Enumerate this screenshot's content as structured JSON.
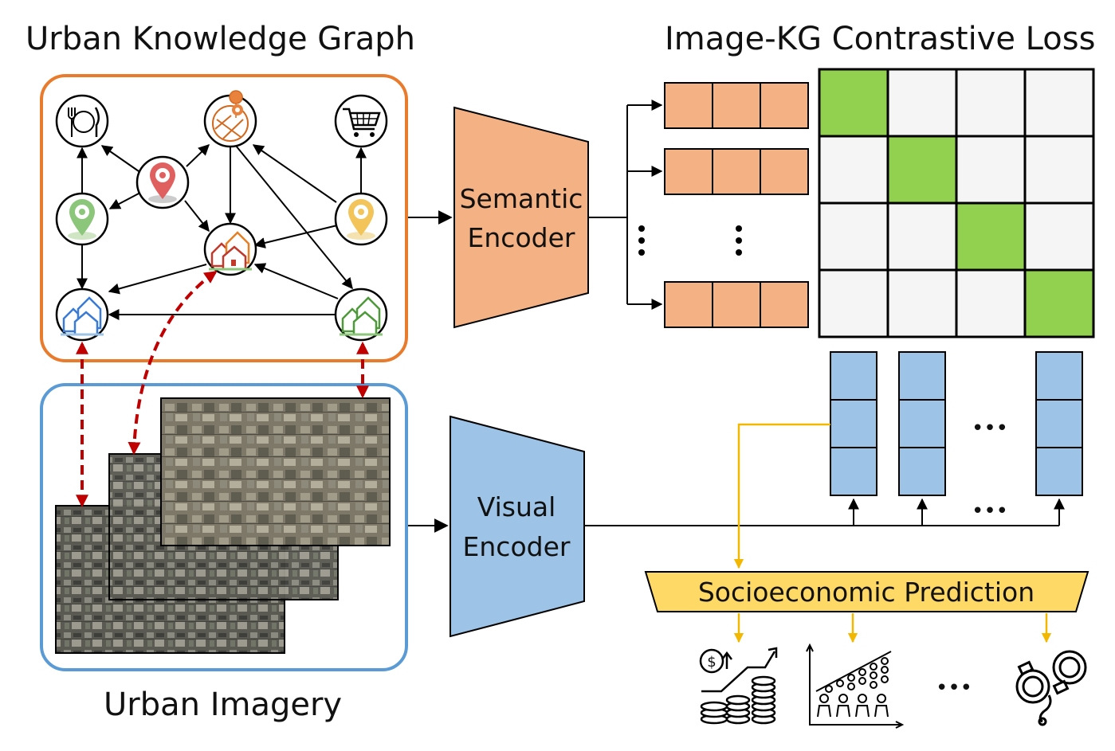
{
  "titles": {
    "knowledge_graph": "Urban Knowledge Graph",
    "contrastive_loss": "Image-KG Contrastive Loss",
    "imagery": "Urban Imagery"
  },
  "encoders": {
    "semantic_line1": "Semantic",
    "semantic_line2": "Encoder",
    "visual_line1": "Visual",
    "visual_line2": "Encoder"
  },
  "prediction": {
    "label": "Socioeconomic Prediction",
    "currency_symbol": "$"
  },
  "ellipsis": "•••",
  "matrix": {
    "size": 4,
    "diagonal": [
      1,
      1,
      1,
      1
    ]
  },
  "icons": {
    "kg_nodes": [
      "restaurant-icon",
      "location-area-icon",
      "shopping-cart-icon",
      "camera-pin-icon",
      "camera-pin-icon",
      "camera-pin-icon",
      "houses-icon",
      "houses-icon",
      "houses-icon"
    ],
    "outputs": [
      "income-coins-icon",
      "population-chart-icon",
      "handcuffs-icon"
    ]
  },
  "colors": {
    "kg_border": "#E97B2C",
    "imagery_border": "#5B9BD5",
    "semantic": "#F4B183",
    "visual": "#9DC3E6",
    "matrix_diag": "#92D050",
    "matrix_cell": "#F5F5F5",
    "prediction": "#FFD966",
    "yellow_arrow": "#F2B800",
    "red_arrow": "#C00000"
  }
}
